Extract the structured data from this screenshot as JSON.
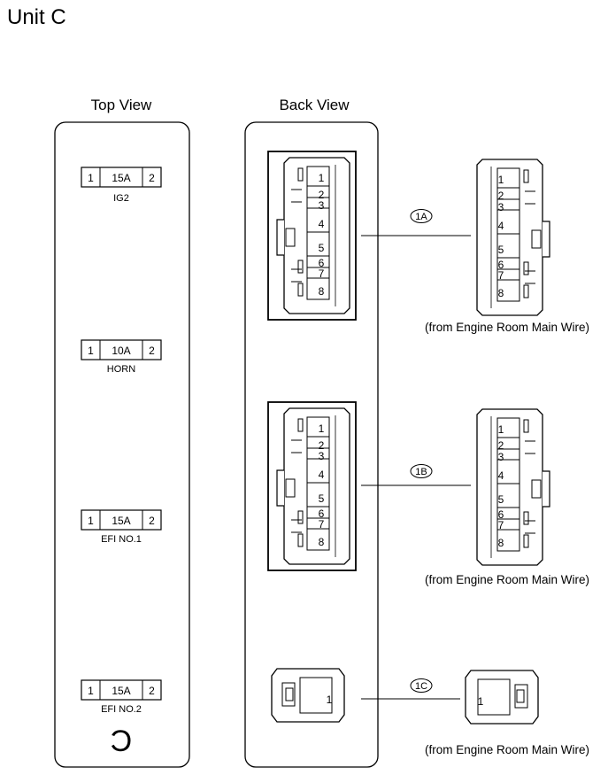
{
  "title": "Unit C",
  "views": {
    "top": "Top View",
    "back": "Back View"
  },
  "fuses": [
    {
      "left_pin": "1",
      "rating": "15A",
      "right_pin": "2",
      "name": "IG2"
    },
    {
      "left_pin": "1",
      "rating": "10A",
      "right_pin": "2",
      "name": "HORN"
    },
    {
      "left_pin": "1",
      "rating": "15A",
      "right_pin": "2",
      "name": "EFI NO.1"
    },
    {
      "left_pin": "1",
      "rating": "15A",
      "right_pin": "2",
      "name": "EFI NO.2"
    }
  ],
  "unit_letter": "C",
  "connectors": [
    {
      "id": "1A",
      "pins": [
        "1",
        "2",
        "3",
        "4",
        "5",
        "6",
        "7",
        "8"
      ],
      "source": "(from Engine Room Main Wire)"
    },
    {
      "id": "1B",
      "pins": [
        "1",
        "2",
        "3",
        "4",
        "5",
        "6",
        "7",
        "8"
      ],
      "source": "(from Engine Room Main Wire)"
    },
    {
      "id": "1C",
      "pins": [
        "1"
      ],
      "source": "(from Engine Room Main Wire)"
    }
  ]
}
